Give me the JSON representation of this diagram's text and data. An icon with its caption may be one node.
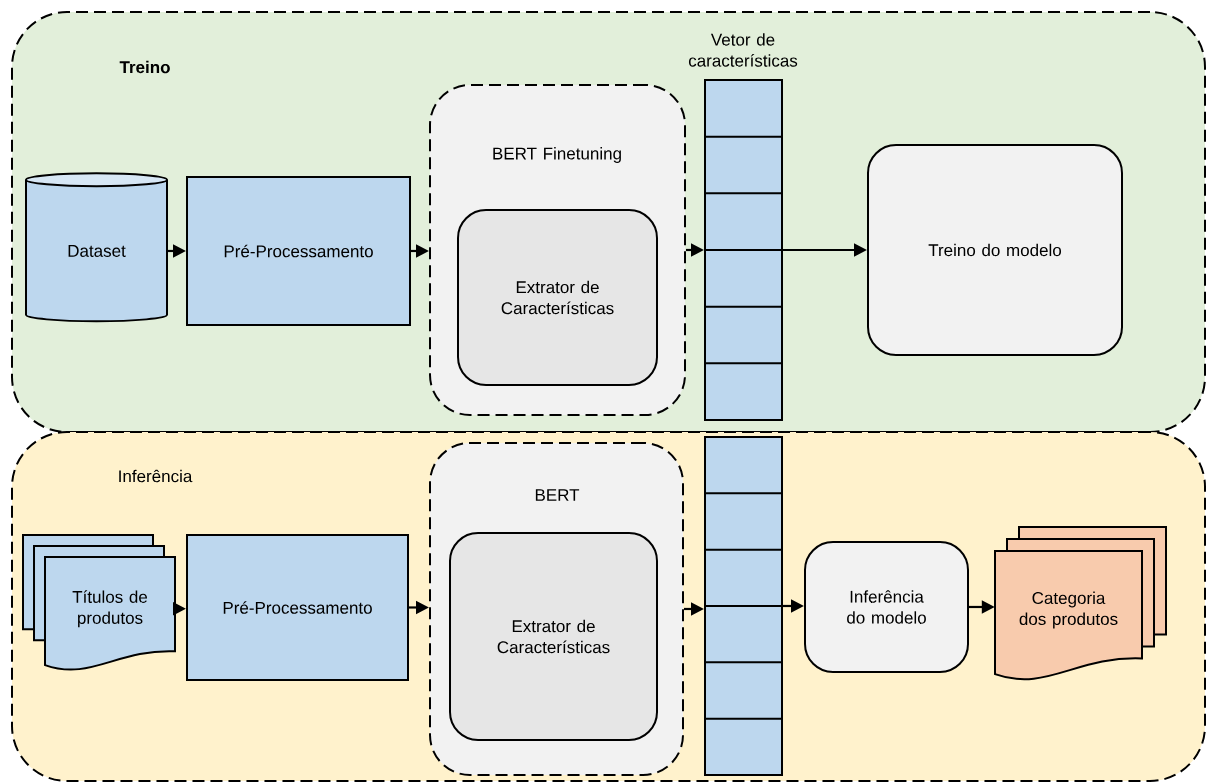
{
  "diagram": {
    "nodes": [
      {
        "text": [
          "Treino"
        ]
      },
      {
        "text": [
          "Dataset"
        ],
        "in": 0
      },
      {
        "text": [
          "Pré-Processamento"
        ],
        "in": 0
      },
      {
        "text": [
          "BERT Finetuning"
        ],
        "in": 0
      },
      {
        "text": [
          "Extrator de Características"
        ],
        "in": 3
      },
      {
        "text": [],
        "shape": "bar",
        "beside": [
          "Vetor de características"
        ],
        "in": 0
      },
      {
        "text": [
          "Treino do modelo"
        ],
        "in": 0
      },
      {
        "text": [
          "Inferência"
        ]
      },
      {
        "text": [
          "Títulos de produtos"
        ],
        "in": 7
      },
      {
        "text": [
          "Pré-Processamento"
        ],
        "in": 7
      },
      {
        "text": [
          "BERT"
        ],
        "in": 7
      },
      {
        "text": [
          "Extrator de Características"
        ],
        "in": 10
      },
      {
        "text": [],
        "shape": "bar",
        "in": 7
      },
      {
        "text": [
          "Inferência do modelo"
        ],
        "in": 7
      },
      {
        "text": [
          "Categoria dos produtos"
        ],
        "in": 7
      }
    ],
    "edges": [
      {
        "from": 1,
        "to": 2,
        "arrow": "to"
      },
      {
        "from": 2,
        "to": 3,
        "arrow": "to"
      },
      {
        "from": 3,
        "to": 5,
        "arrow": "to"
      },
      {
        "from": 5,
        "to": 6,
        "arrow": "to"
      },
      {
        "from": 8,
        "to": 9,
        "arrow": "to"
      },
      {
        "from": 9,
        "to": 10,
        "arrow": "to"
      },
      {
        "from": 10,
        "to": 12,
        "arrow": "to"
      },
      {
        "from": 12,
        "to": 13,
        "arrow": "to"
      },
      {
        "from": 13,
        "to": 14,
        "arrow": "to"
      }
    ]
  }
}
